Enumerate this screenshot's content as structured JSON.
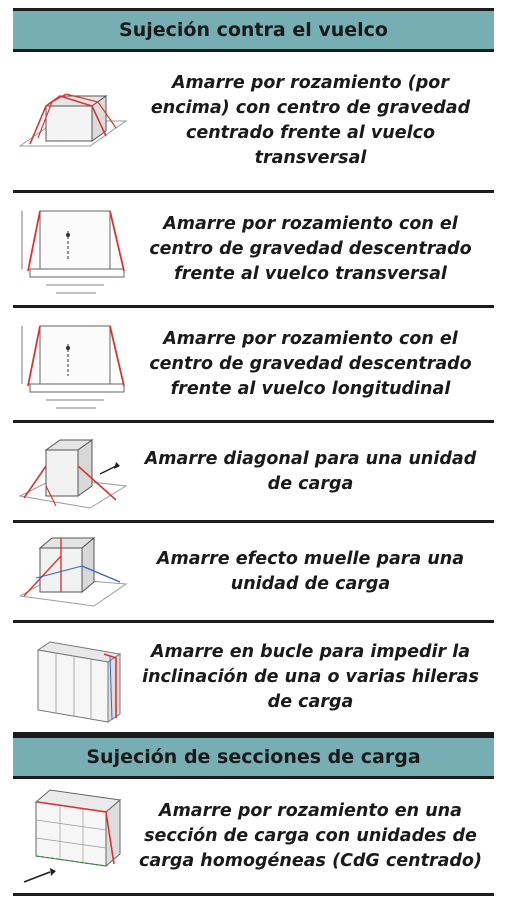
{
  "sections": [
    {
      "title": "Sujeción contra el vuelco",
      "items": [
        {
          "text": "Amarre por rozamiento (por encima) con centro de gravedad centrado frente al vuelco transversal",
          "icon": "centered-frictional-lashing-diagram-icon"
        },
        {
          "text": "Amarre por rozamiento con el centro de gravedad descentrado frente al vuelco transversal",
          "icon": "off-center-transverse-lashing-diagram-icon"
        },
        {
          "text": "Amarre por rozamiento con el centro de gravedad descentrado frente al vuelco longitudinal",
          "icon": "off-center-longitudinal-lashing-diagram-icon"
        },
        {
          "text": "Amarre diagonal para una unidad de carga",
          "icon": "diagonal-lashing-diagram-icon"
        },
        {
          "text": "Amarre efecto muelle para una unidad de carga",
          "icon": "spring-lashing-diagram-icon"
        },
        {
          "text": "Amarre en bucle para impedir la inclinación de una o varias hileras de carga",
          "icon": "loop-lashing-diagram-icon"
        }
      ]
    },
    {
      "title": "Sujeción de secciones de carga",
      "items": [
        {
          "text": "Amarre por rozamiento en una sección de carga con unidades de carga homogéneas (CdG centrado)",
          "icon": "homogeneous-section-lashing-diagram-icon"
        }
      ]
    }
  ]
}
